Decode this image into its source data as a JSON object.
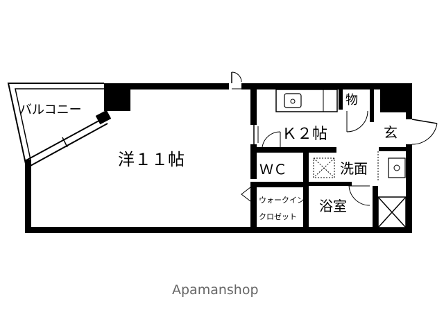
{
  "floor_plan": {
    "rooms": {
      "balcony": "バルコニー",
      "western_room": "洋１１帖",
      "kitchen": "Ｋ２帖",
      "storage": "物",
      "entrance": "玄",
      "toilet": "ＷＣ",
      "washroom": "洗面",
      "walk_in_closet_line1": "ウォークイン",
      "walk_in_closet_line2": "クロゼット",
      "bathroom": "浴室"
    },
    "watermark": "Apamanshop"
  },
  "colors": {
    "wall": "#000000",
    "background": "#ffffff",
    "watermark": "#666666"
  }
}
